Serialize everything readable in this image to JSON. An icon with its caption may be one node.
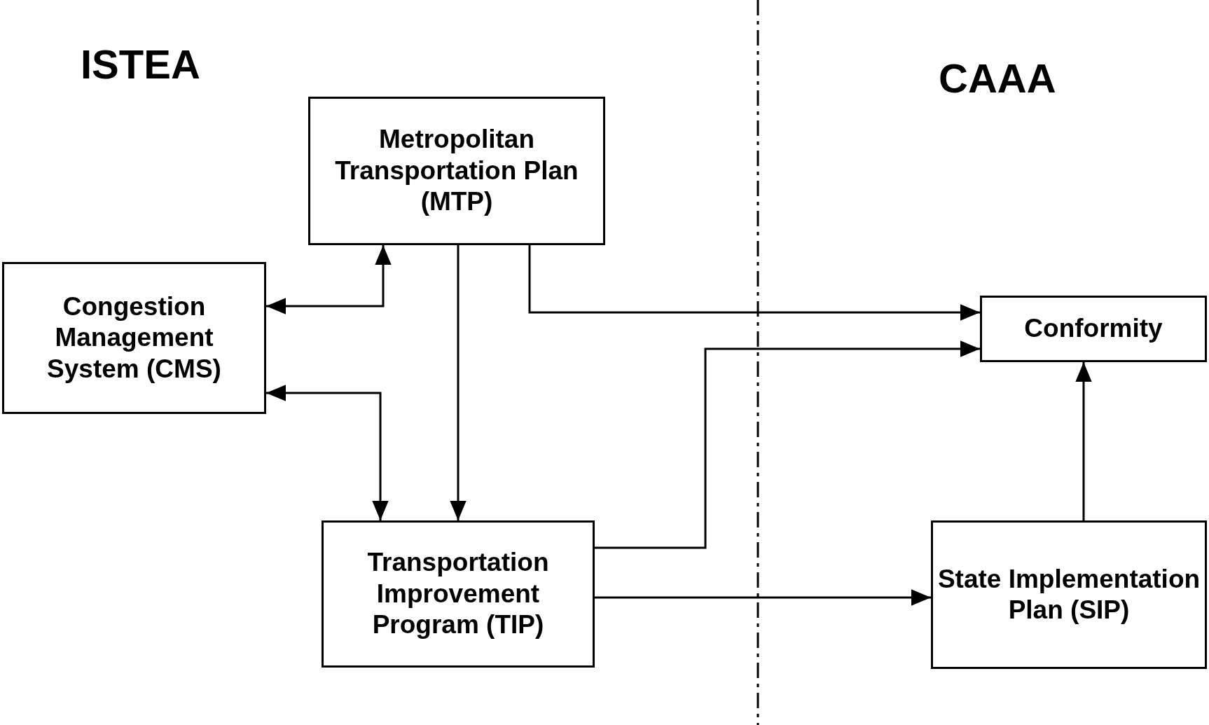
{
  "diagram": {
    "nodes": [
      {
        "text": [
          "Metropolitan Transportation Plan (MTP)"
        ]
      },
      {
        "text": [
          "Congestion Management System (CMS)"
        ]
      },
      {
        "text": [
          "Transportation Improvement Program (TIP)"
        ]
      },
      {
        "text": [
          "Conformity"
        ]
      },
      {
        "text": [
          "State Implementation Plan (SIP)"
        ]
      }
    ],
    "edges": [
      {
        "from": 1,
        "to": 0,
        "arrow": "both"
      },
      {
        "from": 1,
        "to": 2,
        "arrow": "both"
      },
      {
        "from": 0,
        "to": 2,
        "arrow": "to"
      },
      {
        "from": 0,
        "to": 3,
        "arrow": "to"
      },
      {
        "from": 2,
        "to": 3,
        "arrow": "to"
      },
      {
        "from": 2,
        "to": 4,
        "arrow": "to"
      },
      {
        "from": 4,
        "to": 3,
        "arrow": "to"
      }
    ],
    "labels": [
      "ISTEA",
      "CAAA"
    ]
  }
}
